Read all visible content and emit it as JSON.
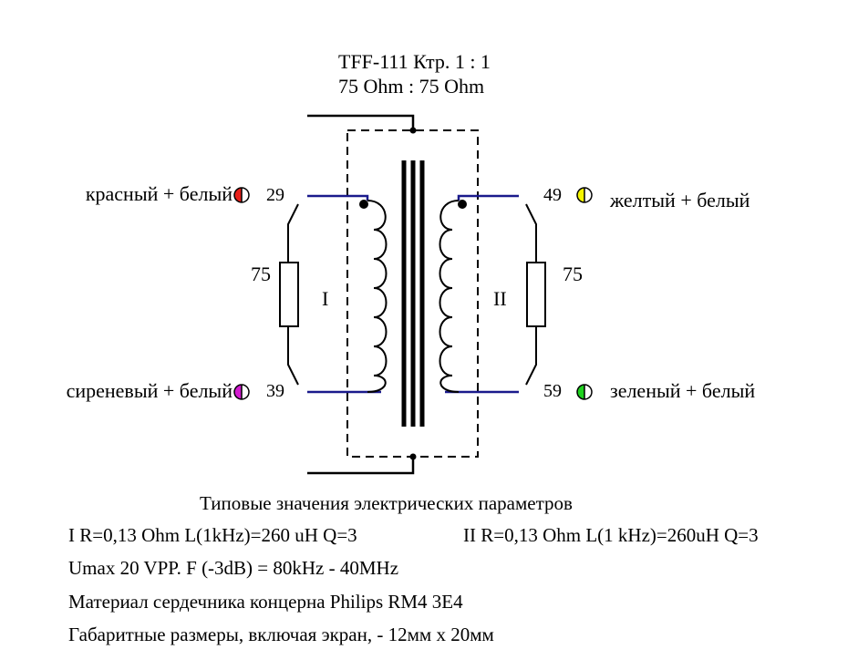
{
  "header": {
    "line1": "TFF-111  Ктр. 1 : 1",
    "line2": "75 Ohm : 75 Ohm"
  },
  "windings": {
    "primary": "I",
    "secondary": "II"
  },
  "resistors": {
    "left_value": "75",
    "right_value": "75"
  },
  "pins": {
    "p29": {
      "number": "29",
      "wire": "красный + белый",
      "color": "#e8201a"
    },
    "p39": {
      "number": "39",
      "wire": "сиреневый + белый",
      "color": "#d21bd0"
    },
    "p49": {
      "number": "49",
      "wire": "желтый + белый",
      "color": "#f5f500"
    },
    "p59": {
      "number": "59",
      "wire": "зеленый + белый",
      "color": "#1fd21f"
    }
  },
  "colors": {
    "wire_blue": "#1a1a8c",
    "line": "#000000"
  },
  "specs": {
    "title": "Типовые значения электрических параметров",
    "line_primary": "I R=0,13 Ohm  L(1kHz)=260 uH Q=3",
    "line_secondary": "II R=0,13 Ohm  L(1 kHz)=260uH Q=3",
    "line_voltage": "Umax 20 VPP.    F (-3dB) = 80kHz - 40MHz",
    "line_material": "Материал сердечника концерна Philips RM4 3E4",
    "line_size": "Габаритные размеры, включая экран, - 12мм х 20мм"
  }
}
